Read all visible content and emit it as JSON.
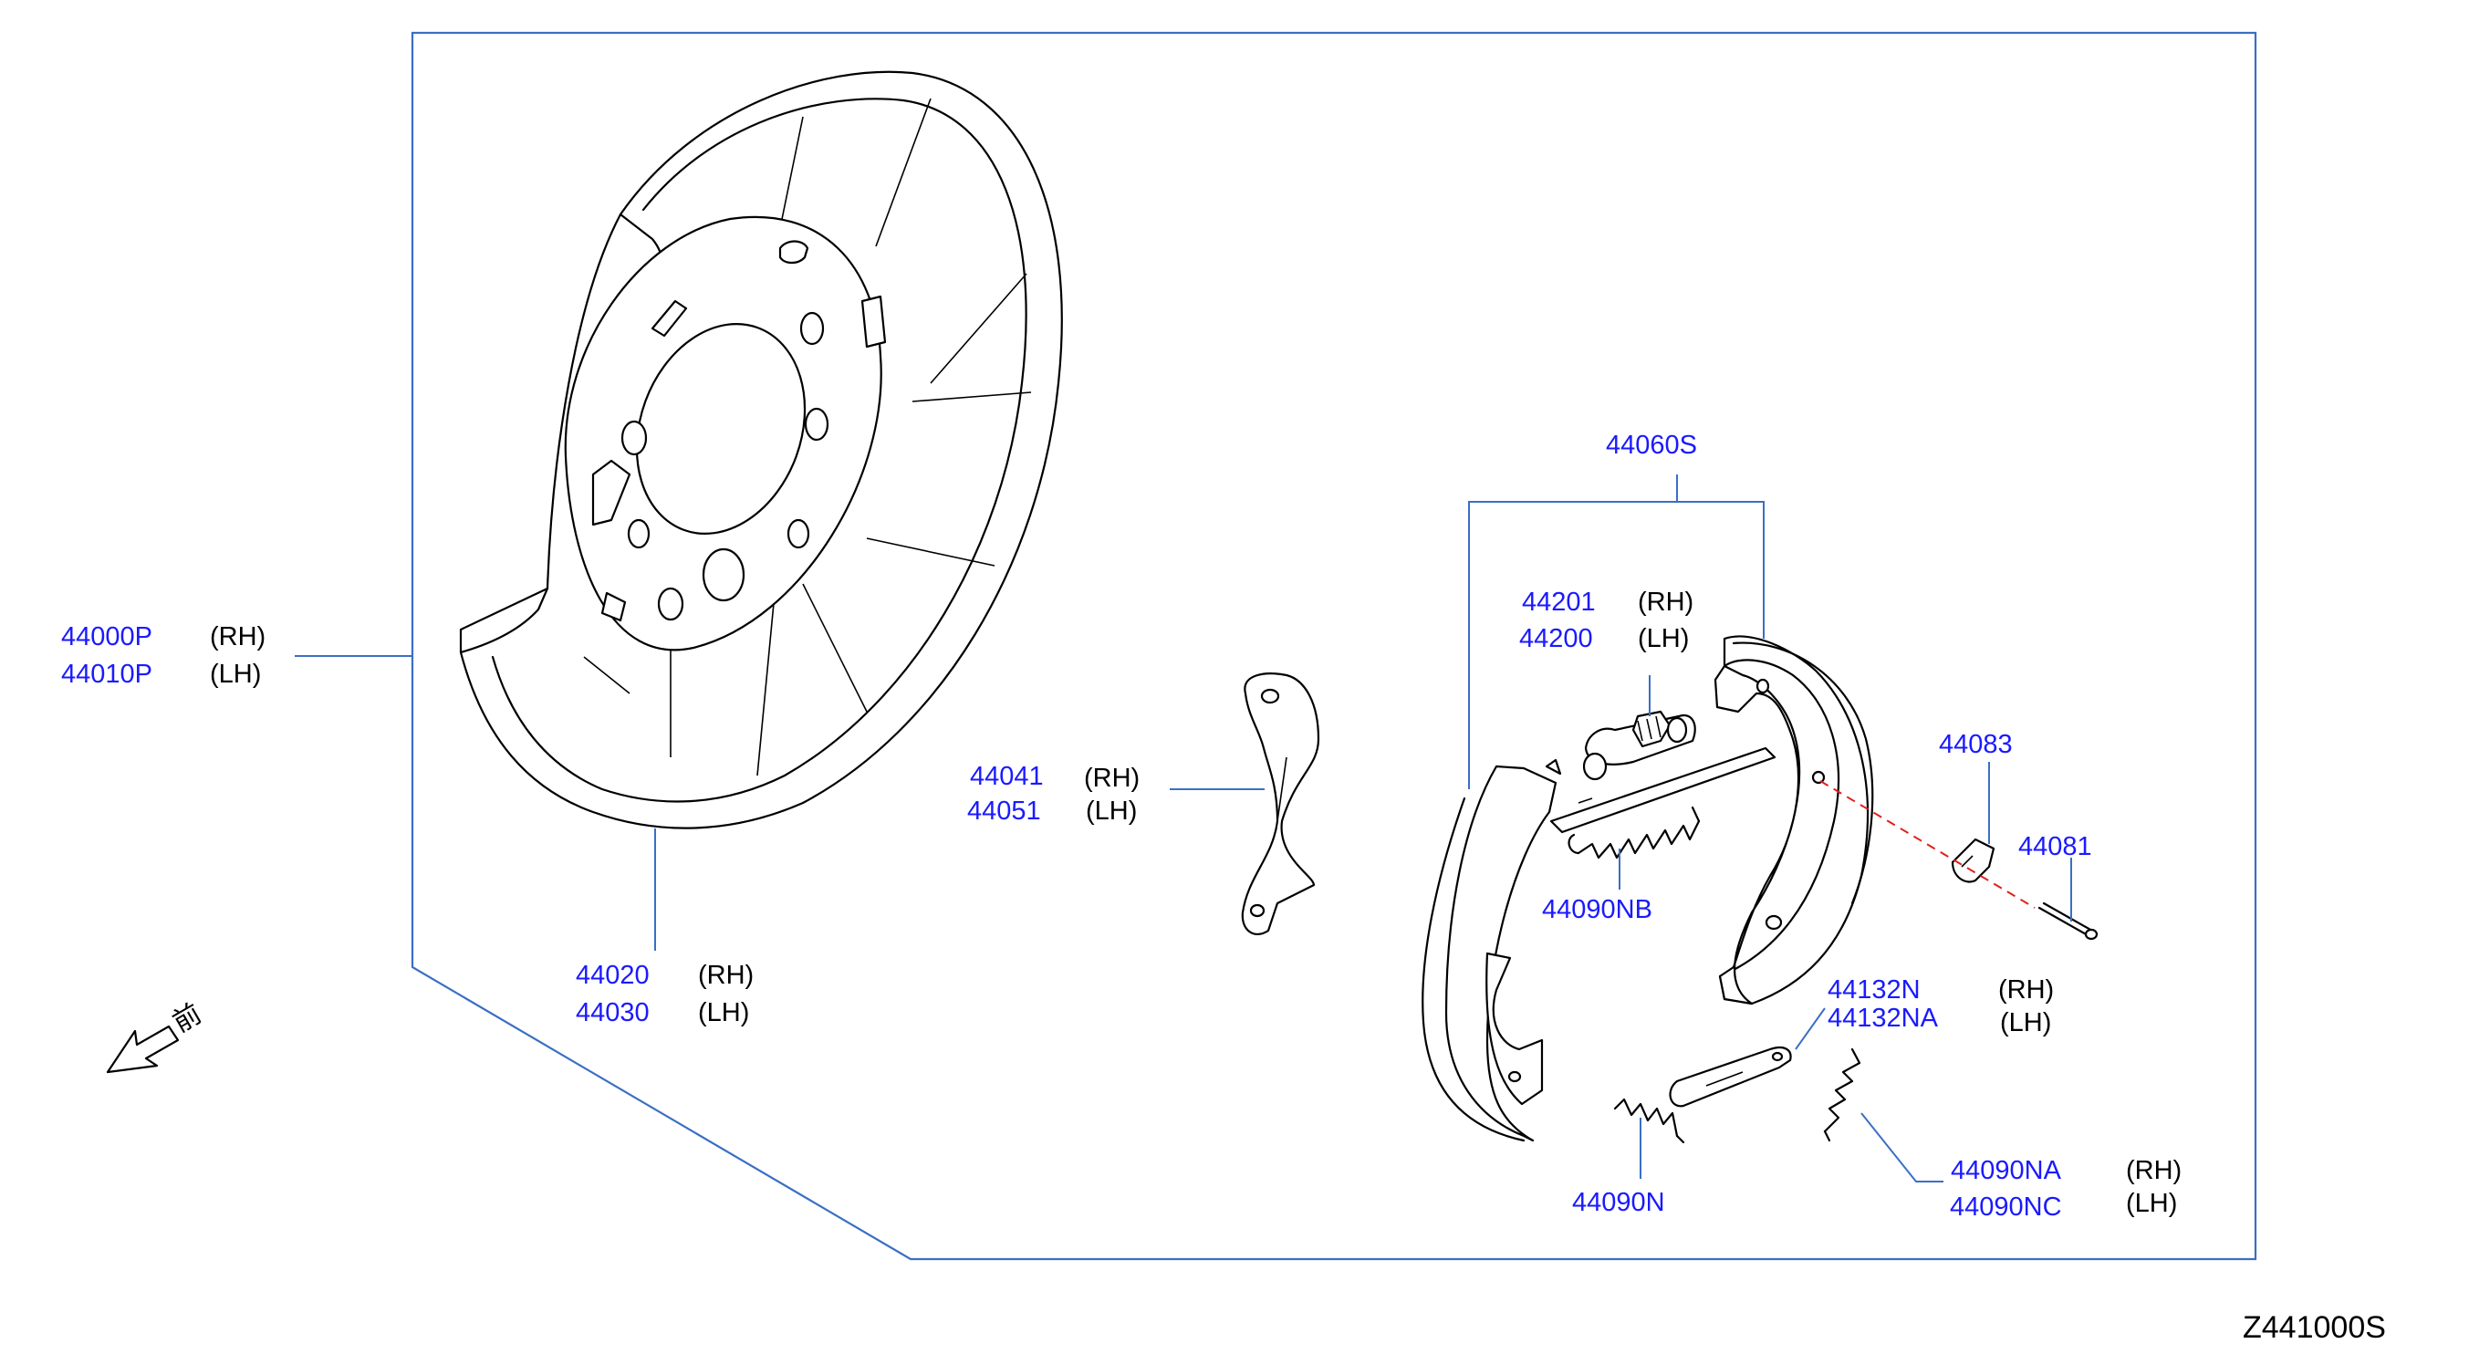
{
  "diagram_code": "Z441000S",
  "front_label": "前",
  "icons": [
    "front-direction-arrow-icon"
  ],
  "colors": {
    "part_number": "#1a1aff",
    "leader": "#3a6fc4",
    "outline": "#000000",
    "guide_line": "#e0201c"
  },
  "callouts": {
    "backing_plate": {
      "rh": "44000P",
      "lh": "44010P",
      "rh_tag": "(RH)",
      "lh_tag": "(LH)"
    },
    "dust_shield": {
      "rh": "44020",
      "lh": "44030",
      "rh_tag": "(RH)",
      "lh_tag": "(LH)"
    },
    "lever": {
      "rh": "44041",
      "lh": "44051",
      "rh_tag": "(RH)",
      "lh_tag": "(LH)"
    },
    "shoe_set": {
      "part": "44060S"
    },
    "adjuster": {
      "rh": "44201",
      "lh": "44200",
      "rh_tag": "(RH)",
      "lh_tag": "(LH)"
    },
    "spring_nb": {
      "part": "44090NB"
    },
    "clip": {
      "part": "44083"
    },
    "pin": {
      "part": "44081"
    },
    "strut": {
      "rh": "44132N",
      "lh": "44132NA",
      "rh_tag": "(RH)",
      "lh_tag": "(LH)"
    },
    "spring_na": {
      "rh": "44090NA",
      "lh": "44090NC",
      "rh_tag": "(RH)",
      "lh_tag": "(LH)"
    },
    "spring_n": {
      "part": "44090N"
    }
  }
}
